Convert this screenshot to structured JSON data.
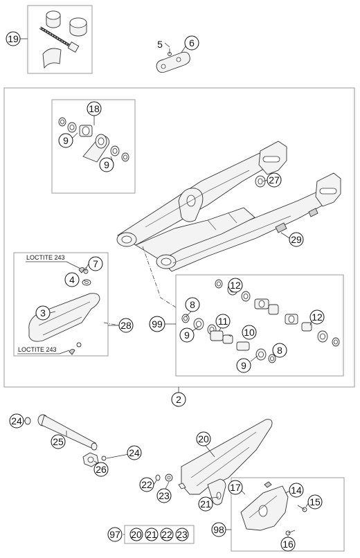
{
  "callouts": {
    "c19": "19",
    "c5": "5",
    "c6": "6",
    "c18": "18",
    "c9a": "9",
    "c9b": "9",
    "c27": "27",
    "c29": "29",
    "c7": "7",
    "c4": "4",
    "c3": "3",
    "c28": "28",
    "c12a": "12",
    "c8a": "8",
    "c99": "99",
    "c11": "11",
    "c9c": "9",
    "c10": "10",
    "c12b": "12",
    "c8b": "8",
    "c9d": "9",
    "c2": "2",
    "c24a": "24",
    "c25": "25",
    "c26": "26",
    "c24b": "24",
    "c20": "20",
    "c22": "22",
    "c23": "23",
    "c21": "21",
    "c17": "17",
    "c14": "14",
    "c15": "15",
    "c98": "98",
    "c16": "16",
    "c97": "97",
    "k20": "20",
    "k21": "21",
    "k22": "22",
    "k23": "23"
  },
  "labels": {
    "loctite_top": "LOCTITE 243",
    "loctite_bottom": "LOCTITE 243"
  }
}
